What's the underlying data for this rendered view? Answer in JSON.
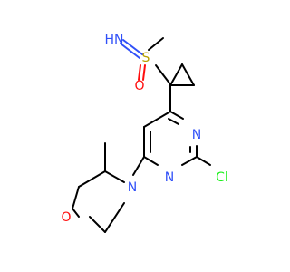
{
  "atoms": {
    "imine_nitrogen": {
      "label": "HN",
      "color": "#3050f8"
    },
    "sulfur": {
      "label": "S",
      "color": "#b8a000"
    },
    "sulfur_oxygen": {
      "label": "O",
      "color": "#ff0d0d"
    },
    "pyrimidine_n1": {
      "label": "N",
      "color": "#3050f8"
    },
    "pyrimidine_n2": {
      "label": "N",
      "color": "#3050f8"
    },
    "chlorine": {
      "label": "Cl",
      "color": "#1ff01f"
    },
    "morpholine_nitrogen": {
      "label": "N",
      "color": "#3050f8"
    },
    "morpholine_oxygen": {
      "label": "O",
      "color": "#ff0d0d"
    }
  },
  "colors": {
    "bond": "#000000",
    "nitrogen": "#3050f8",
    "oxygen": "#ff0d0d",
    "sulfur": "#b8a000",
    "chlorine": "#1ff01f"
  }
}
